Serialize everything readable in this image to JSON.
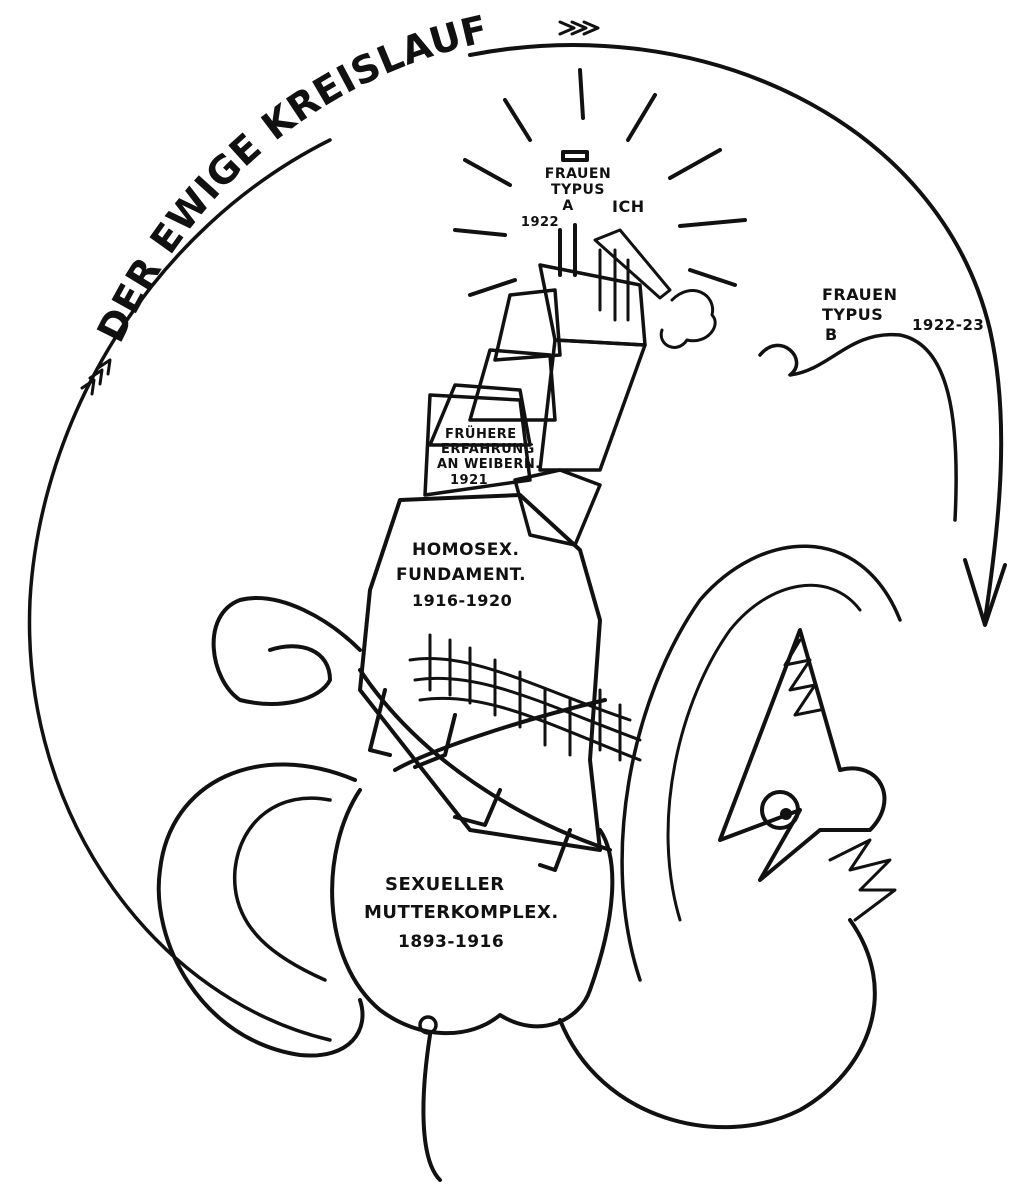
{
  "cycle_title": "DER EWIGE KREISLAUF",
  "labels": {
    "type_a_line1": "FRAUEN",
    "type_a_line2": "TYPUS",
    "type_a_line3": "A",
    "type_a_year": "1922",
    "ich": "ICH",
    "type_b_line1": "FRAUEN",
    "type_b_line2": "TYPUS",
    "type_b_line3": "B",
    "type_b_years": "1922-23",
    "early_line1": "FRÜHERE",
    "early_line2": "ERFAHRUNG",
    "early_line3": "AN WEIBERN.",
    "early_year": "1921",
    "homo_line1": "HOMOSEX.",
    "homo_line2": "FUNDAMENT.",
    "homo_years": "1916-1920",
    "mother_line1": "SEXUELLER",
    "mother_line2": "MUTTERKOMPLEX.",
    "mother_years": "1893-1916"
  },
  "colors": {
    "ink": "#111111",
    "paper": "#ffffff"
  }
}
